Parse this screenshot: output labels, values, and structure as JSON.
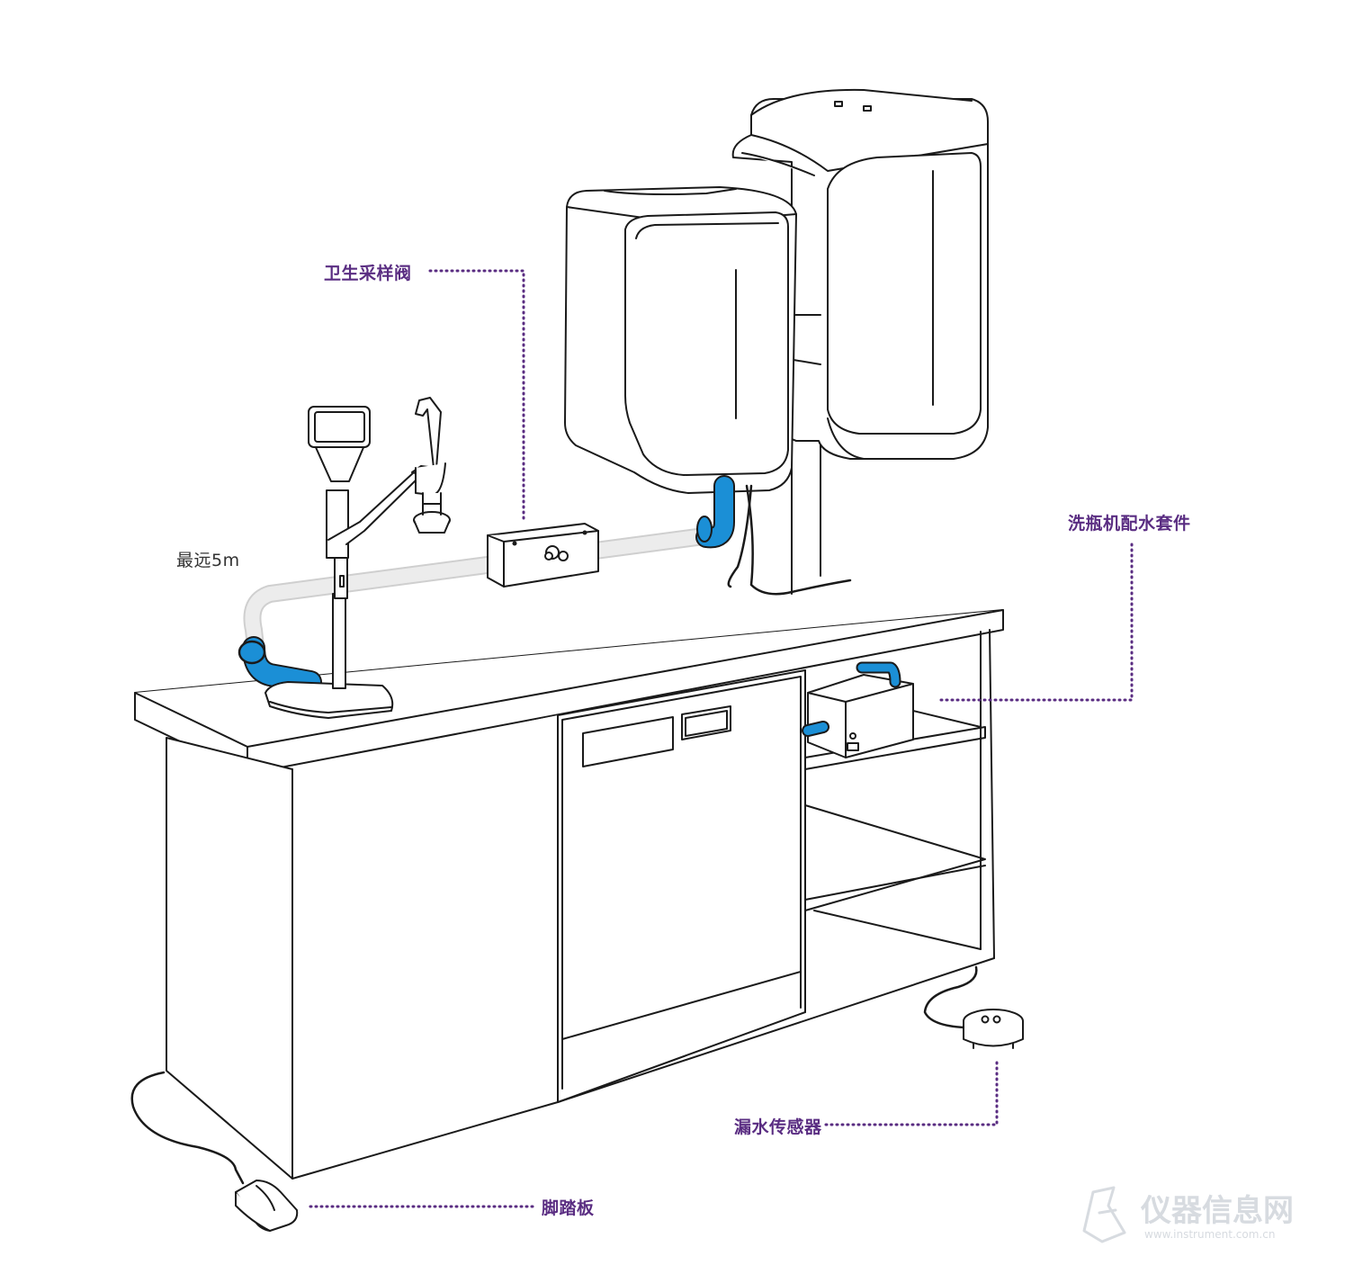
{
  "colors": {
    "line": "#1a1a1a",
    "callout": "#5a2d82",
    "hose_blue": "#1b8fd6",
    "hose_grey": "#e2e2e2",
    "plain_label": "#333333",
    "watermark": "#d7dbe0"
  },
  "labels": {
    "sampling_valve": "卫生采样阀",
    "max_distance": "最远5m",
    "washer_kit": "洗瓶机配水套件",
    "leak_sensor": "漏水传感器",
    "foot_pedal": "脚踏板"
  },
  "watermark": {
    "brand": "仪器信息网",
    "url": "www.instrument.com.cn",
    "icon": "flask-logo-icon"
  }
}
